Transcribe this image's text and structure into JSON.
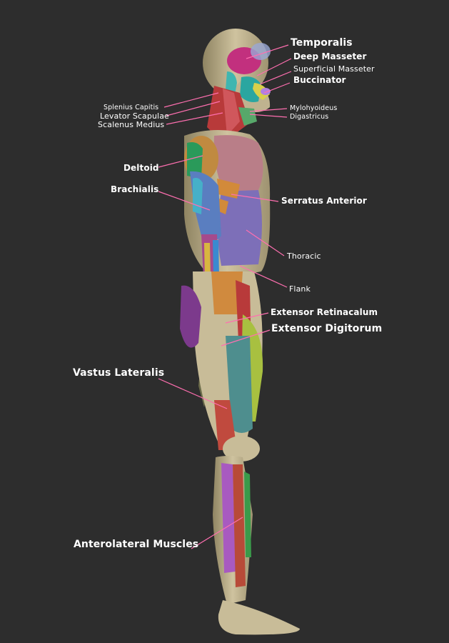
{
  "labels": {
    "temporalis": "Temporalis",
    "deep_masseter": "Deep Masseter",
    "superficial_masseter": "Superficial Masseter",
    "buccinator": "Buccinator",
    "mylohyoideus": "Mylohyoideus",
    "digastricus": "Digastricus",
    "splenius_capitis": "Splenius Capitis",
    "levator_scapulae": "Levator Scapulae",
    "scalenus_medius": "Scalenus Medius",
    "deltoid": "Deltoid",
    "brachialis": "Brachialis",
    "serratus_anterior": "Serratus Anterior",
    "thoracic": "Thoracic",
    "flank": "Flank",
    "extensor_retinacalum": "Extensor Retinacalum",
    "extensor_digitorum": "Extensor Digitorum",
    "vastus_lateralis": "Vastus Lateralis",
    "anterolateral_muscles": "Anterolateral Muscles"
  },
  "colors": {
    "background": "#2d2d2d",
    "leader_line": "#ff6fb0",
    "label_text": "#ffffff",
    "skin": "#c9bd98"
  }
}
